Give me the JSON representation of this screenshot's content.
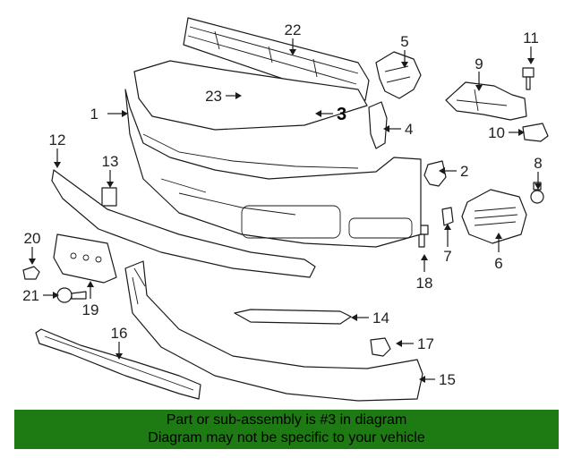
{
  "callouts": {
    "c1": "1",
    "c2": "2",
    "c3": "3",
    "c4": "4",
    "c5": "5",
    "c6": "6",
    "c7": "7",
    "c8": "8",
    "c9": "9",
    "c10": "10",
    "c11": "11",
    "c12": "12",
    "c13": "13",
    "c14": "14",
    "c15": "15",
    "c16": "16",
    "c17": "17",
    "c18": "18",
    "c19": "19",
    "c20": "20",
    "c21": "21",
    "c22": "22",
    "c23": "23"
  },
  "highlighted_callout": "3",
  "colors": {
    "highlight": "#2e8b1e",
    "banner": "#1e7a12",
    "line": "#1a1a1a"
  },
  "footer": {
    "line1": "Part or sub-assembly is #3 in diagram",
    "line2": "Diagram may not be specific to your vehicle"
  }
}
